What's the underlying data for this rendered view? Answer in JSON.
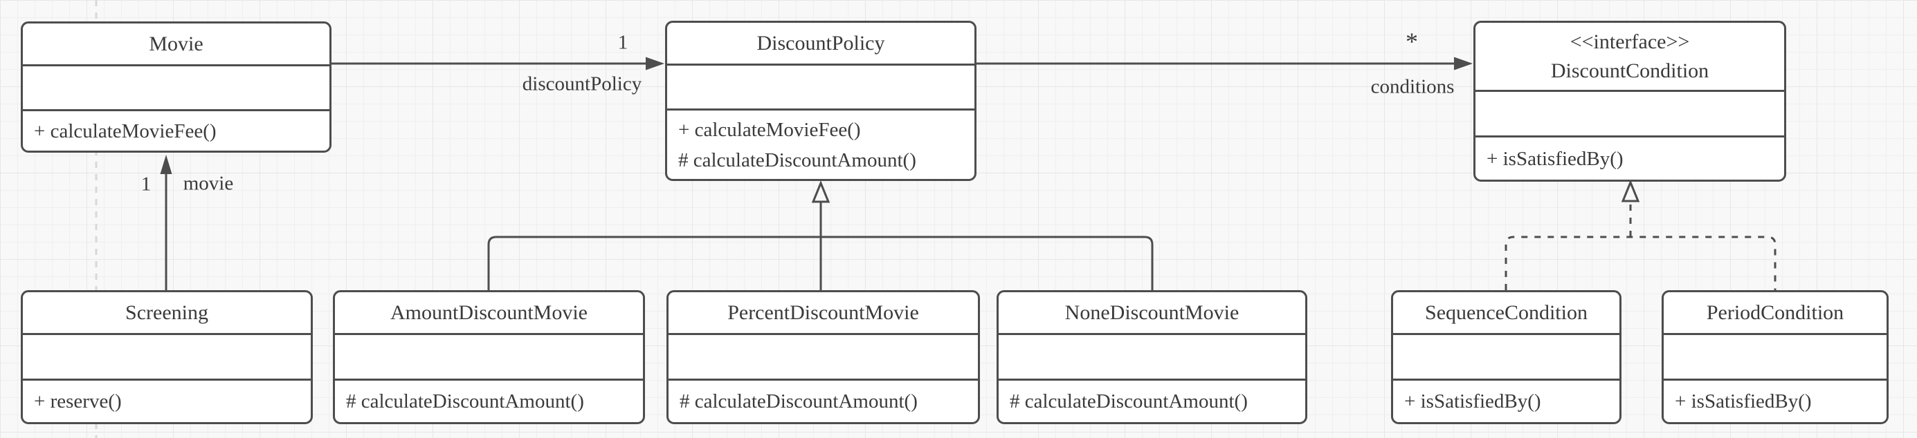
{
  "diagram": {
    "type": "uml-class-diagram",
    "classes": {
      "movie": {
        "name": "Movie",
        "methods": [
          "+ calculateMovieFee()"
        ]
      },
      "discount_policy": {
        "name": "DiscountPolicy",
        "methods": [
          "+ calculateMovieFee()",
          "# calculateDiscountAmount()"
        ]
      },
      "discount_condition": {
        "stereotype": "<<interface>>",
        "name": "DiscountCondition",
        "methods": [
          "+ isSatisfiedBy()"
        ]
      },
      "screening": {
        "name": "Screening",
        "methods": [
          "+ reserve()"
        ]
      },
      "amount_discount_movie": {
        "name": "AmountDiscountMovie",
        "methods": [
          "# calculateDiscountAmount()"
        ]
      },
      "percent_discount_movie": {
        "name": "PercentDiscountMovie",
        "methods": [
          "# calculateDiscountAmount()"
        ]
      },
      "none_discount_movie": {
        "name": "NoneDiscountMovie",
        "methods": [
          "# calculateDiscountAmount()"
        ]
      },
      "sequence_condition": {
        "name": "SequenceCondition",
        "methods": [
          "+ isSatisfiedBy()"
        ]
      },
      "period_condition": {
        "name": "PeriodCondition",
        "methods": [
          "+ isSatisfiedBy()"
        ]
      }
    },
    "edge_labels": {
      "movie_to_policy": {
        "multiplicity": "1",
        "name": "discountPolicy"
      },
      "policy_to_condition": {
        "multiplicity": "*",
        "name": "conditions"
      },
      "screening_to_movie": {
        "multiplicity": "1",
        "name": "movie"
      }
    },
    "colors": {
      "stroke": "#4d4d4d",
      "text": "#3a3a3a",
      "shape_fill": "#ffffff",
      "canvas_background": "#f8f8f8",
      "grid_line": "#efefef",
      "page_guide": "#d8d8d8"
    }
  }
}
